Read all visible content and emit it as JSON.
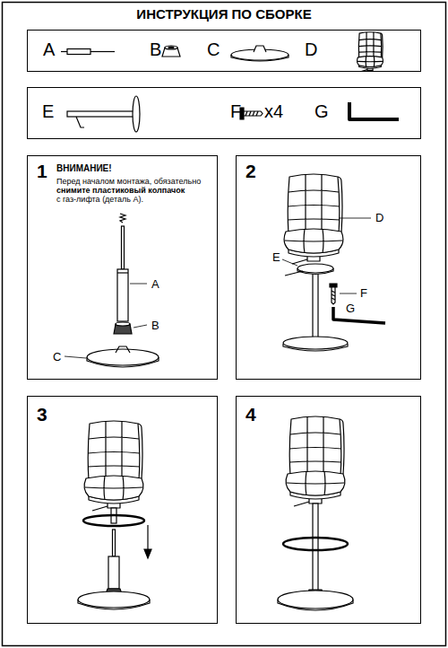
{
  "diagram": {
    "title": "ИНСТРУКЦИЯ ПО СБОРКЕ",
    "nodes": [
      {
        "text": [
          "A",
          "B",
          "C",
          "D"
        ]
      },
      {
        "text": [
          "E",
          "F",
          "x4",
          "G"
        ]
      },
      {
        "text": [
          "1",
          "ВНИМАНИЕ!",
          "Перед началом монтажа, обязательно",
          "снимите пластиковый колпачок",
          "с газ-лифта (деталь А).",
          "A",
          "B",
          "C"
        ]
      },
      {
        "text": [
          "2",
          "D",
          "E",
          "F",
          "G"
        ]
      },
      {
        "text": [
          "3"
        ]
      },
      {
        "text": [
          "4"
        ]
      }
    ]
  }
}
